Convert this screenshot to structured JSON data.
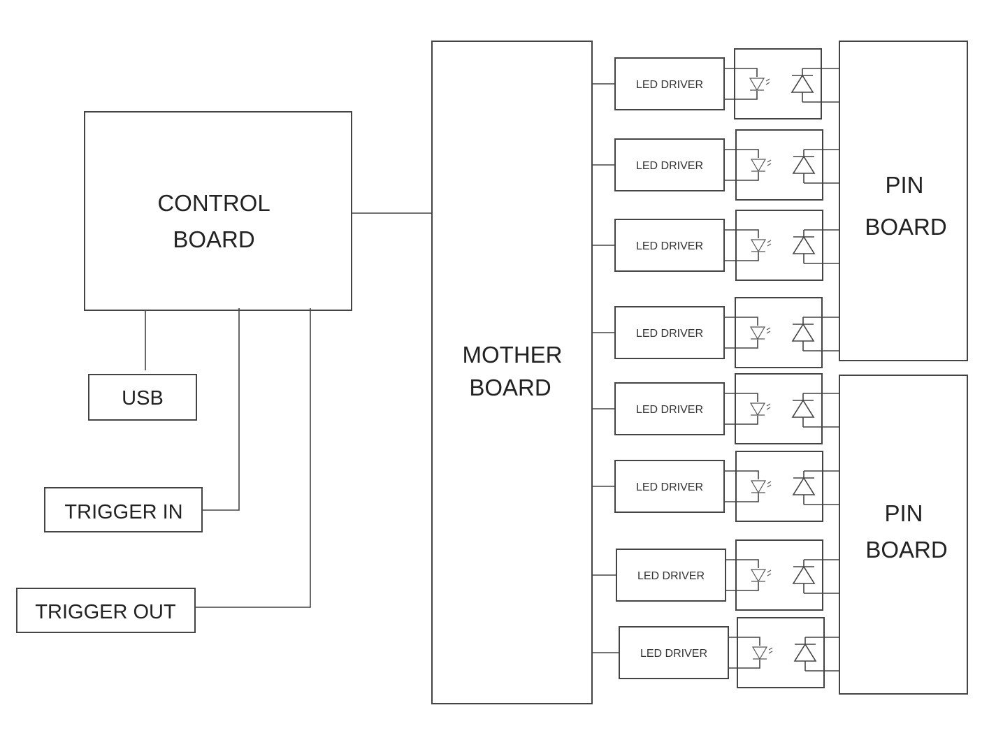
{
  "control_board": {
    "line1": "CONTROL",
    "line2": "BOARD"
  },
  "usb": {
    "label": "USB"
  },
  "trigger_in": {
    "label": "TRIGGER IN"
  },
  "trigger_out": {
    "label": "TRIGGER OUT"
  },
  "mother_board": {
    "line1": "MOTHER",
    "line2": "BOARD"
  },
  "pin_boards": [
    {
      "line1": "PIN",
      "line2": "BOARD"
    },
    {
      "line1": "PIN",
      "line2": "BOARD"
    }
  ],
  "led_drivers": [
    {
      "label": "LED DRIVER"
    },
    {
      "label": "LED DRIVER"
    },
    {
      "label": "LED DRIVER"
    },
    {
      "label": "LED DRIVER"
    },
    {
      "label": "LED DRIVER"
    },
    {
      "label": "LED DRIVER"
    },
    {
      "label": "LED DRIVER"
    },
    {
      "label": "LED DRIVER"
    }
  ]
}
